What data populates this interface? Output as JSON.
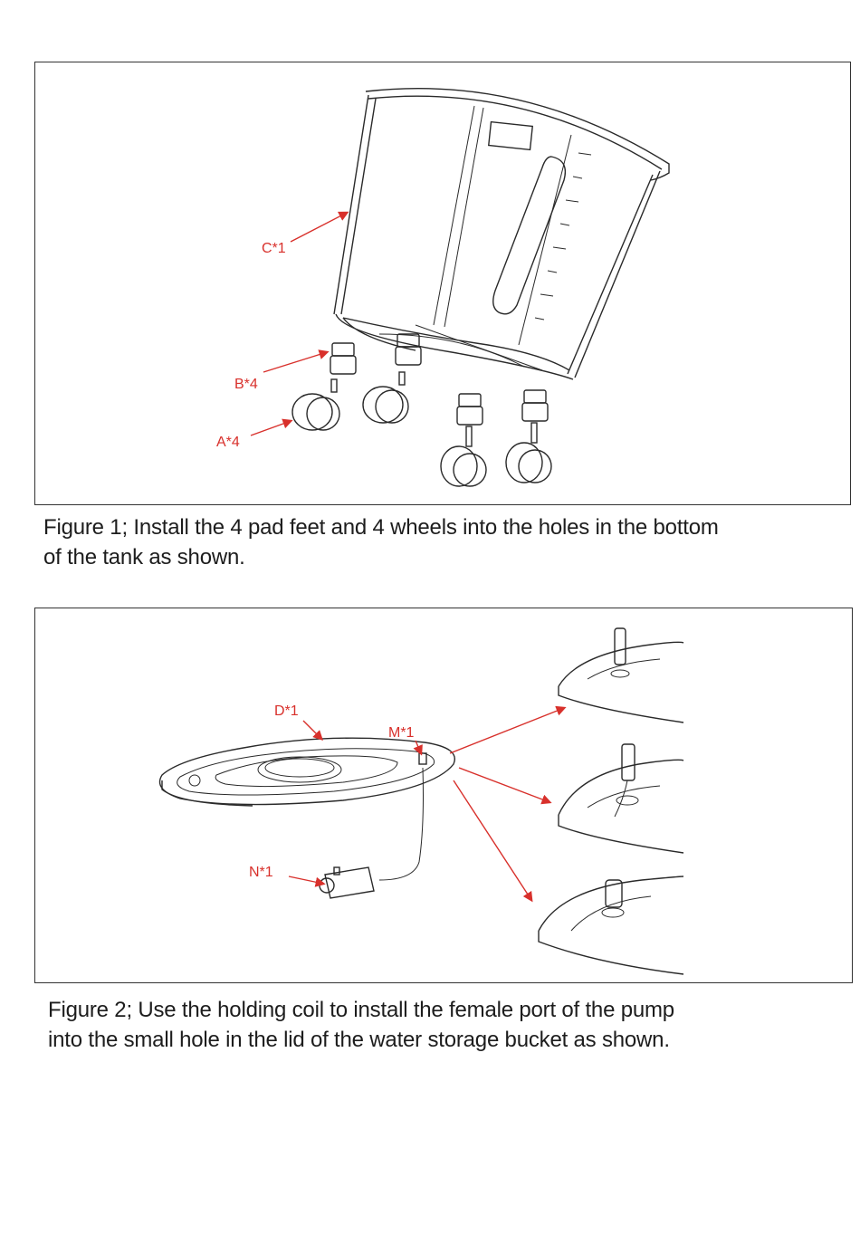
{
  "figure1": {
    "labels": {
      "c": "C*1",
      "b": "B*4",
      "a": "A*4"
    },
    "caption_line1": "Figure 1; Install the 4 pad feet and 4 wheels into the holes in the bottom",
    "caption_line2": "of the tank as shown."
  },
  "figure2": {
    "labels": {
      "d": "D*1",
      "m": "M*1",
      "n": "N*1"
    },
    "caption_line1": "Figure 2; Use the holding coil to install the female port of the pump",
    "caption_line2": "into the small hole in the lid of the water storage bucket as shown."
  },
  "colors": {
    "label_red": "#d8302b",
    "line": "#2a2a2a"
  }
}
